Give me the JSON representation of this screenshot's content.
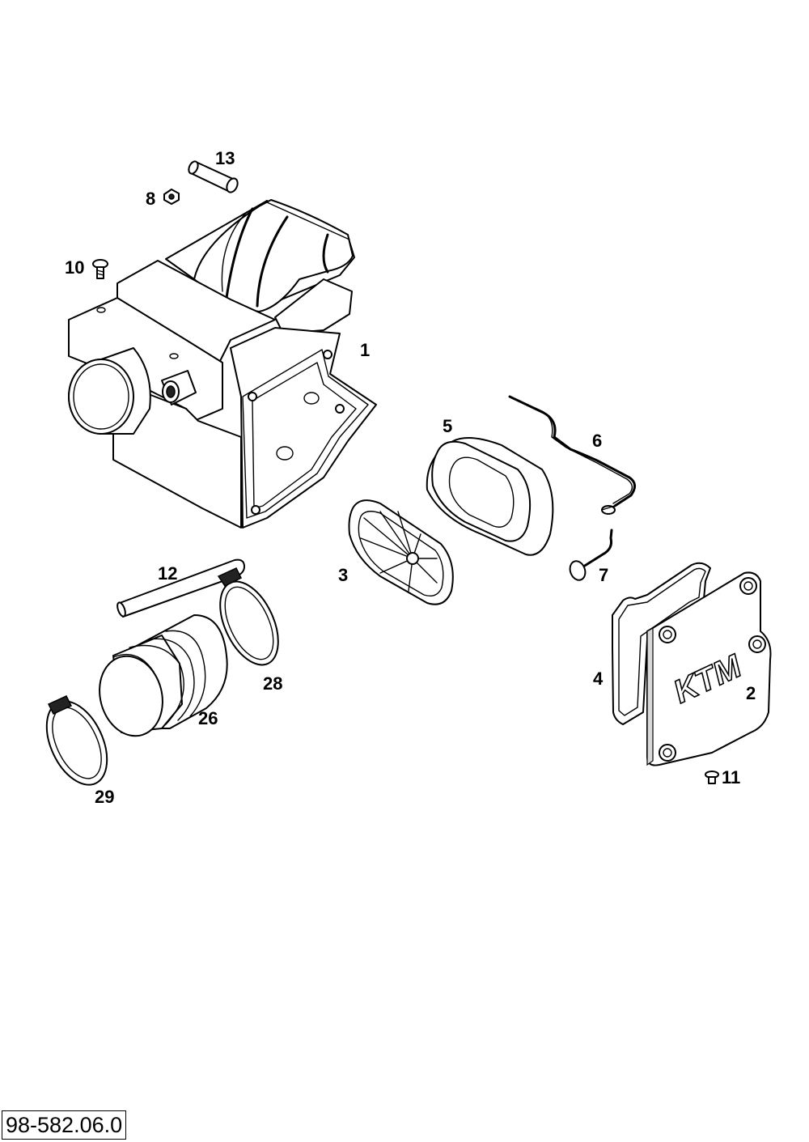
{
  "drawing_number": "98-582.06.0",
  "logo_text": "KTM",
  "callouts": {
    "c1": "1",
    "c2": "2",
    "c3": "3",
    "c4": "4",
    "c5": "5",
    "c6": "6",
    "c7": "7",
    "c8": "8",
    "c10": "10",
    "c11": "11",
    "c12": "12",
    "c13": "13",
    "c26": "26",
    "c28": "28",
    "c29": "29"
  }
}
